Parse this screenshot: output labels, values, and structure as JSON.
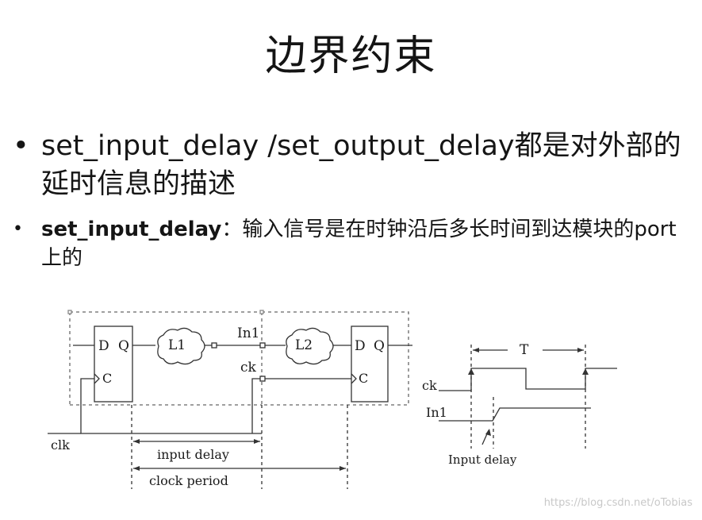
{
  "title": "边界约束",
  "bullets": [
    {
      "text": "set_input_delay /set_output_delay都是对外部的延时信息的描述"
    },
    {
      "bold": "set_input_delay",
      "text": "：输入信号是在时钟沿后多长时间到达模块的port上的"
    }
  ],
  "diagram": {
    "labels": {
      "d1": "D",
      "q1": "Q",
      "c1": "C",
      "l1": "L1",
      "in1": "In1",
      "ck": "ck",
      "l2": "L2",
      "d2": "D",
      "q2": "Q",
      "c2": "C",
      "clk": "clk",
      "input_delay": "input delay",
      "clock_period": "clock period"
    },
    "timing": {
      "t": "T",
      "ck": "ck",
      "in1": "In1",
      "input_delay": "Input delay"
    }
  },
  "watermark": "https://blog.csdn.net/oTobias"
}
